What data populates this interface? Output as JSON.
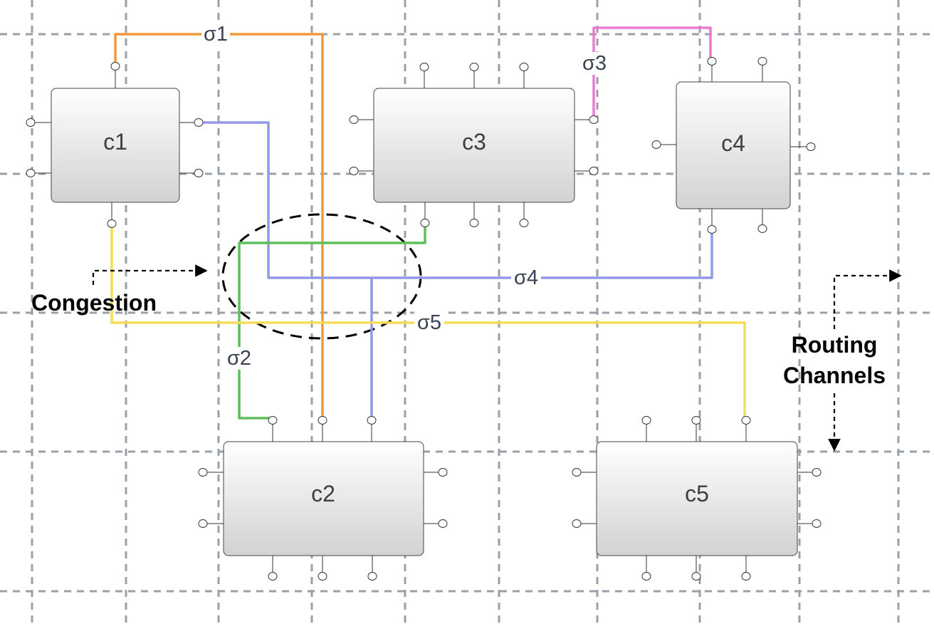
{
  "cells": [
    {
      "id": "c1",
      "label": "c1"
    },
    {
      "id": "c2",
      "label": "c2"
    },
    {
      "id": "c3",
      "label": "c3"
    },
    {
      "id": "c4",
      "label": "c4"
    },
    {
      "id": "c5",
      "label": "c5"
    }
  ],
  "nets": [
    {
      "id": "s1",
      "label": "σ1",
      "color": "#f0983a"
    },
    {
      "id": "s2",
      "label": "σ2",
      "color": "#5cbf5c"
    },
    {
      "id": "s3",
      "label": "σ3",
      "color": "#e87bd3"
    },
    {
      "id": "s4",
      "label": "σ4",
      "color": "#9498ea"
    },
    {
      "id": "s5",
      "label": "σ5",
      "color": "#f7dc57"
    }
  ],
  "annotations": {
    "congestion": "Congestion",
    "routing_line1": "Routing",
    "routing_line2": "Channels"
  }
}
